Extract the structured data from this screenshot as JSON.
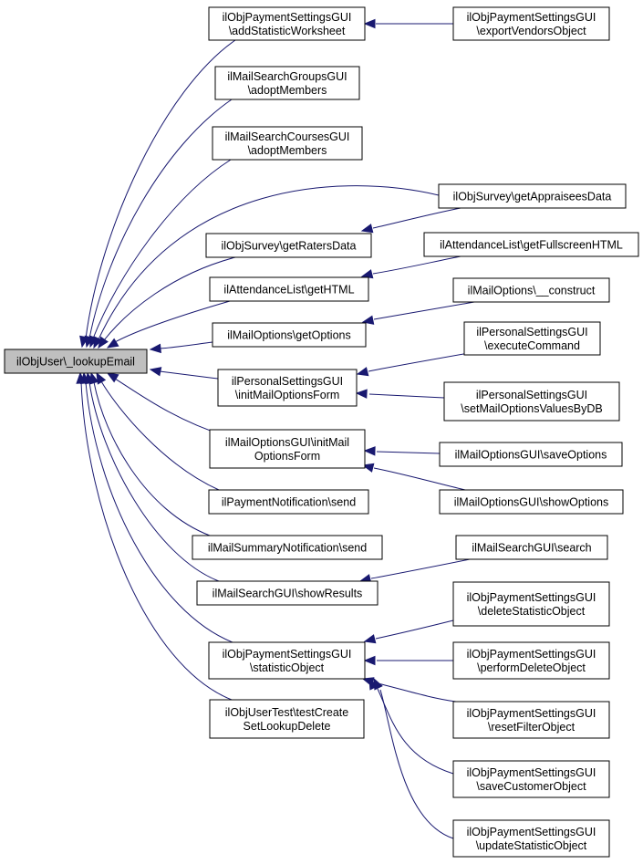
{
  "diagram": {
    "root": "ilObjUser\\_lookupEmail",
    "nodes": [
      {
        "id": "root",
        "lines": [
          "ilObjUser\\_lookupEmail"
        ]
      },
      {
        "id": "addStatisticWorksheet",
        "lines": [
          "ilObjPaymentSettingsGUI",
          "\\addStatisticWorksheet"
        ]
      },
      {
        "id": "exportVendorsObject",
        "lines": [
          "ilObjPaymentSettingsGUI",
          "\\exportVendorsObject"
        ]
      },
      {
        "id": "groupsAdoptMembers",
        "lines": [
          "ilMailSearchGroupsGUI",
          "\\adoptMembers"
        ]
      },
      {
        "id": "coursesAdoptMembers",
        "lines": [
          "ilMailSearchCoursesGUI",
          "\\adoptMembers"
        ]
      },
      {
        "id": "getAppraiseesData",
        "lines": [
          "ilObjSurvey\\getAppraiseesData"
        ]
      },
      {
        "id": "getRatersData",
        "lines": [
          "ilObjSurvey\\getRatersData"
        ]
      },
      {
        "id": "getFullscreenHTML",
        "lines": [
          "ilAttendanceList\\getFullscreenHTML"
        ]
      },
      {
        "id": "getHTML",
        "lines": [
          "ilAttendanceList\\getHTML"
        ]
      },
      {
        "id": "construct",
        "lines": [
          "ilMailOptions\\__construct"
        ]
      },
      {
        "id": "getOptions",
        "lines": [
          "ilMailOptions\\getOptions"
        ]
      },
      {
        "id": "executeCommand",
        "lines": [
          "ilPersonalSettingsGUI",
          "\\executeCommand"
        ]
      },
      {
        "id": "persInitMailOptionsForm",
        "lines": [
          "ilPersonalSettingsGUI",
          "\\initMailOptionsForm"
        ]
      },
      {
        "id": "setMailOptionsValuesByDB",
        "lines": [
          "ilPersonalSettingsGUI",
          "\\setMailOptionsValuesByDB"
        ]
      },
      {
        "id": "mailInitMailOptionsForm",
        "lines": [
          "ilMailOptionsGUI\\initMail",
          "OptionsForm"
        ]
      },
      {
        "id": "saveOptions",
        "lines": [
          "ilMailOptionsGUI\\saveOptions"
        ]
      },
      {
        "id": "showOptions",
        "lines": [
          "ilMailOptionsGUI\\showOptions"
        ]
      },
      {
        "id": "paymentSend",
        "lines": [
          "ilPaymentNotification\\send"
        ]
      },
      {
        "id": "summarySend",
        "lines": [
          "ilMailSummaryNotification\\send"
        ]
      },
      {
        "id": "search",
        "lines": [
          "ilMailSearchGUI\\search"
        ]
      },
      {
        "id": "showResults",
        "lines": [
          "ilMailSearchGUI\\showResults"
        ]
      },
      {
        "id": "deleteStatisticObject",
        "lines": [
          "ilObjPaymentSettingsGUI",
          "\\deleteStatisticObject"
        ]
      },
      {
        "id": "statisticObject",
        "lines": [
          "ilObjPaymentSettingsGUI",
          "\\statisticObject"
        ]
      },
      {
        "id": "performDeleteObject",
        "lines": [
          "ilObjPaymentSettingsGUI",
          "\\performDeleteObject"
        ]
      },
      {
        "id": "testCreate",
        "lines": [
          "ilObjUserTest\\testCreate",
          "SetLookupDelete"
        ]
      },
      {
        "id": "resetFilterObject",
        "lines": [
          "ilObjPaymentSettingsGUI",
          "\\resetFilterObject"
        ]
      },
      {
        "id": "saveCustomerObject",
        "lines": [
          "ilObjPaymentSettingsGUI",
          "\\saveCustomerObject"
        ]
      },
      {
        "id": "updateStatisticObject",
        "lines": [
          "ilObjPaymentSettingsGUI",
          "\\updateStatisticObject"
        ]
      }
    ],
    "edges": [
      {
        "from": "addStatisticWorksheet",
        "to": "root"
      },
      {
        "from": "groupsAdoptMembers",
        "to": "root"
      },
      {
        "from": "coursesAdoptMembers",
        "to": "root"
      },
      {
        "from": "getAppraiseesData",
        "to": "root"
      },
      {
        "from": "getRatersData",
        "to": "root"
      },
      {
        "from": "getHTML",
        "to": "root"
      },
      {
        "from": "getOptions",
        "to": "root"
      },
      {
        "from": "persInitMailOptionsForm",
        "to": "root"
      },
      {
        "from": "mailInitMailOptionsForm",
        "to": "root"
      },
      {
        "from": "paymentSend",
        "to": "root"
      },
      {
        "from": "summarySend",
        "to": "root"
      },
      {
        "from": "showResults",
        "to": "root"
      },
      {
        "from": "statisticObject",
        "to": "root"
      },
      {
        "from": "testCreate",
        "to": "root"
      },
      {
        "from": "exportVendorsObject",
        "to": "addStatisticWorksheet"
      },
      {
        "from": "getAppraiseesData",
        "to": "getRatersData"
      },
      {
        "from": "getFullscreenHTML",
        "to": "getHTML"
      },
      {
        "from": "construct",
        "to": "getOptions"
      },
      {
        "from": "executeCommand",
        "to": "persInitMailOptionsForm"
      },
      {
        "from": "setMailOptionsValuesByDB",
        "to": "persInitMailOptionsForm"
      },
      {
        "from": "saveOptions",
        "to": "mailInitMailOptionsForm"
      },
      {
        "from": "showOptions",
        "to": "mailInitMailOptionsForm"
      },
      {
        "from": "search",
        "to": "showResults"
      },
      {
        "from": "deleteStatisticObject",
        "to": "statisticObject"
      },
      {
        "from": "performDeleteObject",
        "to": "statisticObject"
      },
      {
        "from": "resetFilterObject",
        "to": "statisticObject"
      },
      {
        "from": "saveCustomerObject",
        "to": "statisticObject"
      },
      {
        "from": "updateStatisticObject",
        "to": "statisticObject"
      }
    ],
    "colors": {
      "edge": "#191970",
      "node_fill": "#ffffff",
      "root_fill": "#bfbfbf",
      "border": "#000000"
    }
  }
}
